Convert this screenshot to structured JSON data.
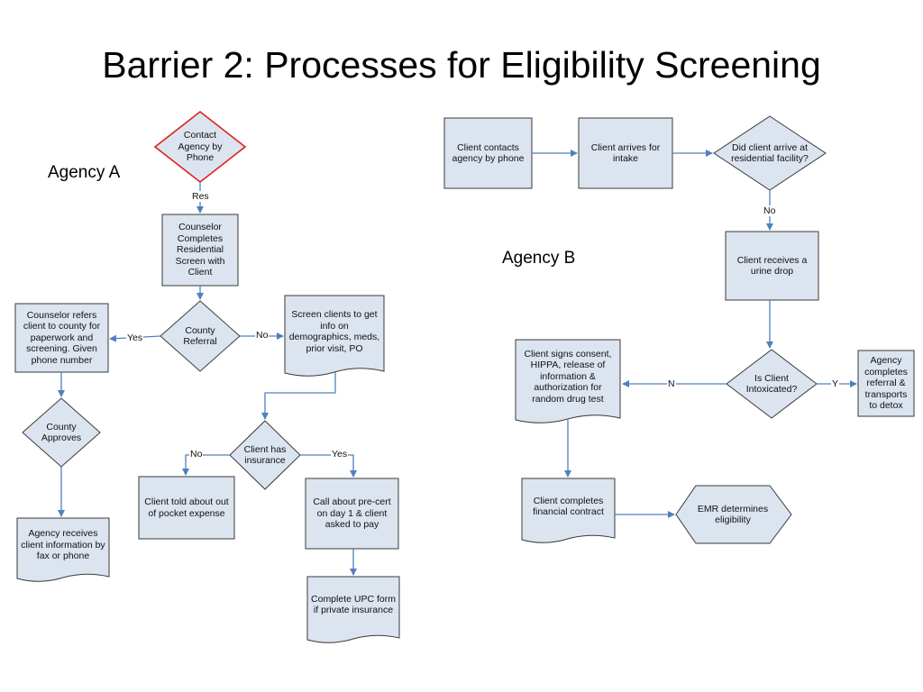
{
  "slide": {
    "title": "Barrier 2: Processes for Eligibility Screening"
  },
  "agency_a": {
    "label": "Agency A",
    "nodes": {
      "contact_phone": "Contact Agency by Phone",
      "counselor_screen": "Counselor Completes Residential Screen with Client",
      "county_referral": "County Referral",
      "counselor_refers": "Counselor refers client to county for paperwork and screening. Given phone number",
      "screen_clients": "Screen clients to get info on demographics, meds, prior visit, PO",
      "county_approves": "County Approves",
      "client_has_insurance": "Client has insurance",
      "out_of_pocket": "Client told about out of pocket expense",
      "pre_cert": "Call about pre-cert on day 1 & client asked to pay",
      "agency_receives": "Agency receives client information by fax or phone",
      "upc_form": "Complete UPC form if private insurance"
    },
    "edge_labels": {
      "res": "Res",
      "yes_refer": "Yes",
      "no_screen": "No",
      "no_insurance": "No",
      "yes_insurance": "Yes"
    }
  },
  "agency_b": {
    "label": "Agency B",
    "nodes": {
      "client_contacts": "Client contacts agency by phone",
      "client_arrives": "Client arrives for intake",
      "arrive_residential": "Did client arrive at residential facility?",
      "urine_drop": "Client receives a urine drop",
      "intoxicated": "Is Client Intoxicated?",
      "signs_consent": "Client signs consent, HIPPA, release of information & authorization for random drug test",
      "referral_detox": "Agency completes referral & transports to detox",
      "financial_contract": "Client completes financial contract",
      "emr": "EMR determines eligibility"
    },
    "edge_labels": {
      "no_arrive": "No",
      "n": "N",
      "y": "Y"
    }
  },
  "colors": {
    "shape_fill": "#dbe4ef",
    "shape_stroke": "#3a3a3a",
    "start_stroke": "#e02020",
    "arrow": "#4f81bd"
  }
}
